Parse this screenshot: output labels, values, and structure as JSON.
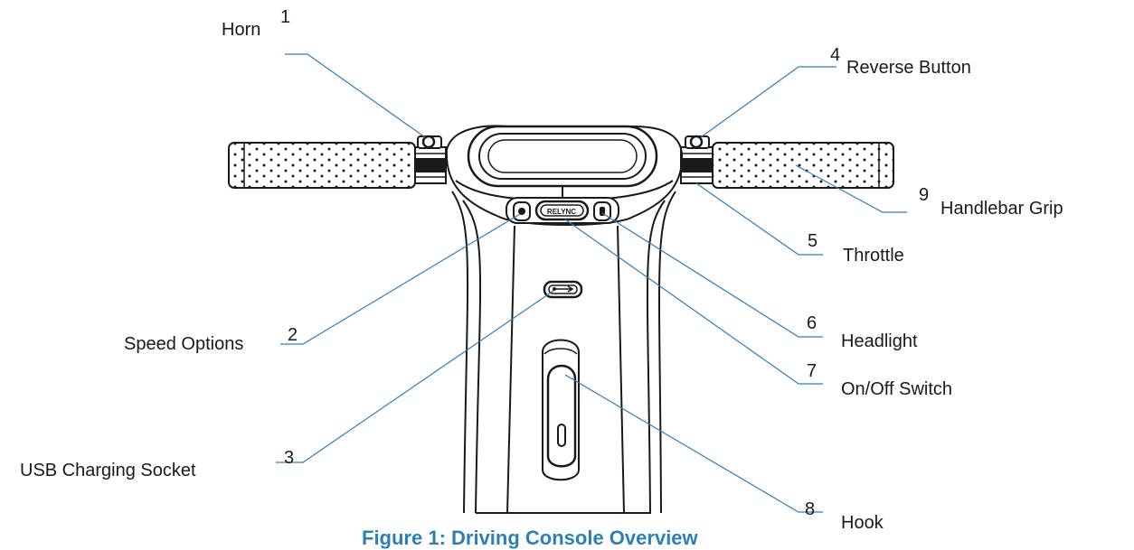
{
  "caption": "Figure 1: Driving Console Overview",
  "logo_text": "RELYNC",
  "callouts": [
    {
      "id": "horn",
      "number": "1",
      "label": "Horn"
    },
    {
      "id": "speed-options",
      "number": "2",
      "label": "Speed Options"
    },
    {
      "id": "usb-charging-socket",
      "number": "3",
      "label": "USB Charging Socket"
    },
    {
      "id": "reverse-button",
      "number": "4",
      "label": "Reverse Button"
    },
    {
      "id": "throttle",
      "number": "5",
      "label": "Throttle"
    },
    {
      "id": "headlight",
      "number": "6",
      "label": "Headlight"
    },
    {
      "id": "on-off-switch",
      "number": "7",
      "label": "On/Off Switch"
    },
    {
      "id": "hook",
      "number": "8",
      "label": "Hook"
    },
    {
      "id": "handlebar-grip",
      "number": "9",
      "label": "Handlebar Grip"
    }
  ],
  "colors": {
    "leader": "#2e7fb5",
    "outline": "#1a1a1a",
    "caption": "#2e7fb5"
  }
}
